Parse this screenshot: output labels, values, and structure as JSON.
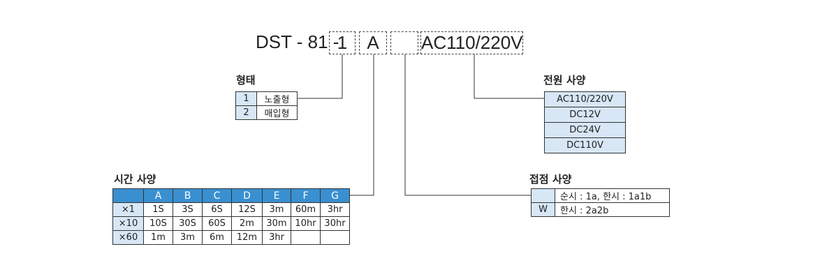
{
  "model": {
    "prefix": "DST - 81 -",
    "slot_form": "1",
    "slot_time": "A",
    "slot_contact": "",
    "slot_power": "AC110/220V"
  },
  "form": {
    "title": "형태",
    "rows": [
      {
        "code": "1",
        "label": "노출형"
      },
      {
        "code": "2",
        "label": "매입형"
      }
    ]
  },
  "power": {
    "title": "전원 사양",
    "rows": [
      "AC110/220V",
      "DC12V",
      "DC24V",
      "DC110V"
    ]
  },
  "time": {
    "title": "시간 사양",
    "columns": [
      "A",
      "B",
      "C",
      "D",
      "E",
      "F",
      "G"
    ],
    "rows": [
      {
        "mult": "×1",
        "cells": [
          "1S",
          "3S",
          "6S",
          "12S",
          "3m",
          "60m",
          "3hr"
        ]
      },
      {
        "mult": "×10",
        "cells": [
          "10S",
          "30S",
          "60S",
          "2m",
          "30m",
          "10hr",
          "30hr"
        ]
      },
      {
        "mult": "×60",
        "cells": [
          "1m",
          "3m",
          "6m",
          "12m",
          "3hr",
          "",
          ""
        ]
      }
    ]
  },
  "contact": {
    "title": "접점 사양",
    "rows": [
      {
        "code": "",
        "label": "순시 : 1a, 한시 : 1a1b"
      },
      {
        "code": "W",
        "label": "한시 : 2a2b"
      }
    ]
  },
  "colors": {
    "header_blue": "#3a8fd0",
    "cell_light_blue": "#d7e7f5",
    "line": "#333333"
  }
}
